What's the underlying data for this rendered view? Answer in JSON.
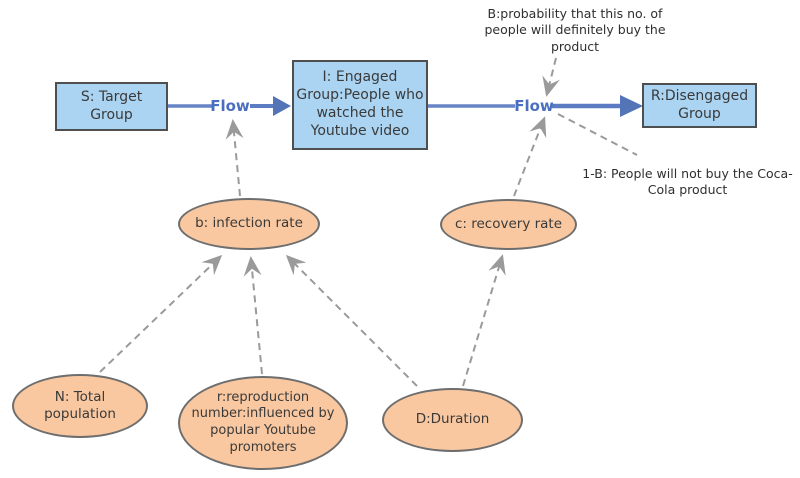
{
  "diagram": {
    "type": "stock-and-flow-sir-model",
    "stocks": {
      "s": {
        "label": "S: Target\nGroup"
      },
      "i": {
        "label": "I: Engaged\nGroup:People who\nwatched the\nYoutube video"
      },
      "r": {
        "label": "R:Disengaged\nGroup"
      }
    },
    "flows": {
      "flow1": {
        "label": "Flow"
      },
      "flow2": {
        "label": "Flow"
      }
    },
    "auxiliaries": {
      "b": {
        "label": "b: infection rate"
      },
      "c": {
        "label": "c: recovery rate"
      },
      "n": {
        "label": "N: Total\npopulation"
      },
      "r_repro": {
        "label": "r:reproduction\nnumber:influenced by\npopular Youtube\npromoters"
      },
      "d": {
        "label": "D:Duration"
      }
    },
    "annotations": {
      "b_probability": {
        "text": "B:probability that this no. of\npeople will definitely buy the\nproduct"
      },
      "one_minus_b": {
        "text": "1-B: People will not buy the Coca-\nCola product"
      }
    },
    "colors": {
      "stock_fill": "#aad4f2",
      "stock_border": "#4f4f4f",
      "aux_fill": "#f9c8a0",
      "aux_border": "#6e6e6e",
      "flow_line": "#6784c5",
      "flow_arrowhead": "#5474b8",
      "flow_label_text": "#4a6fc0",
      "dashed_link": "#9a9a9a",
      "node_text": "#3a3a3a",
      "background": "#ffffff"
    }
  }
}
